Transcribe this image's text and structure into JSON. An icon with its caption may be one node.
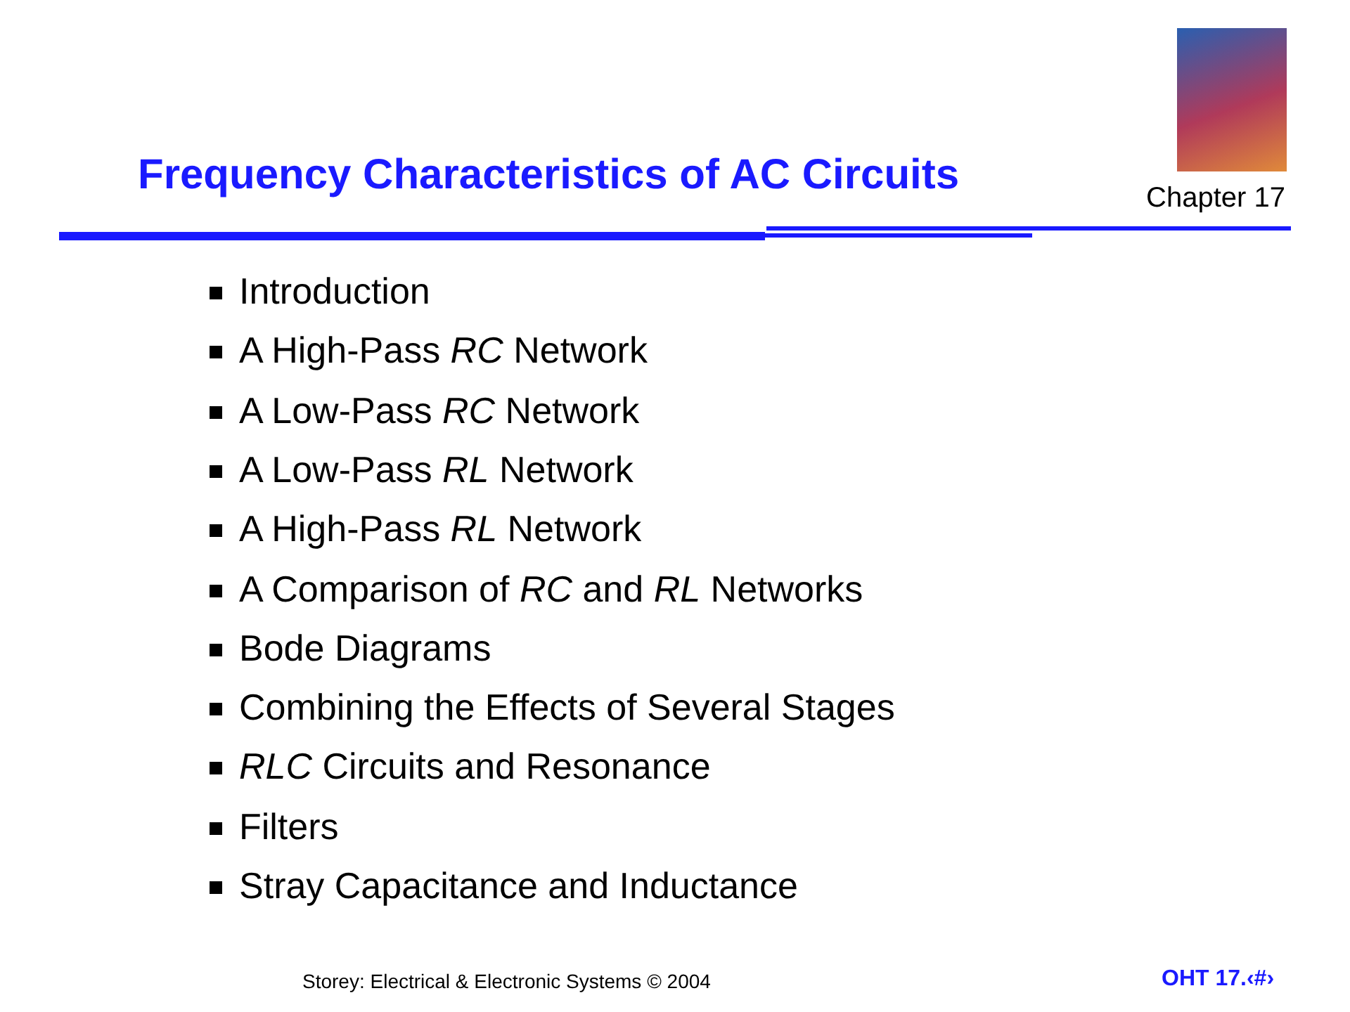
{
  "diagram": {
    "title": "Frequency Characteristics of AC Circuits",
    "labels": [
      "Chapter 17",
      "Introduction",
      "A High-Pass *RC* Network",
      "A Low-Pass *RC* Network",
      "A Low-Pass *RL* Network",
      "A High-Pass *RL* Network",
      "A Comparison of *RC* and *RL* Networks",
      "Bode Diagrams",
      "Combining the Effects of Several Stages",
      "*RLC* Circuits and Resonance",
      "Filters",
      "Stray Capacitance and Inductance",
      "Storey: Electrical & Electronic Systems © 2004",
      "OHT 17.‹#›"
    ]
  }
}
